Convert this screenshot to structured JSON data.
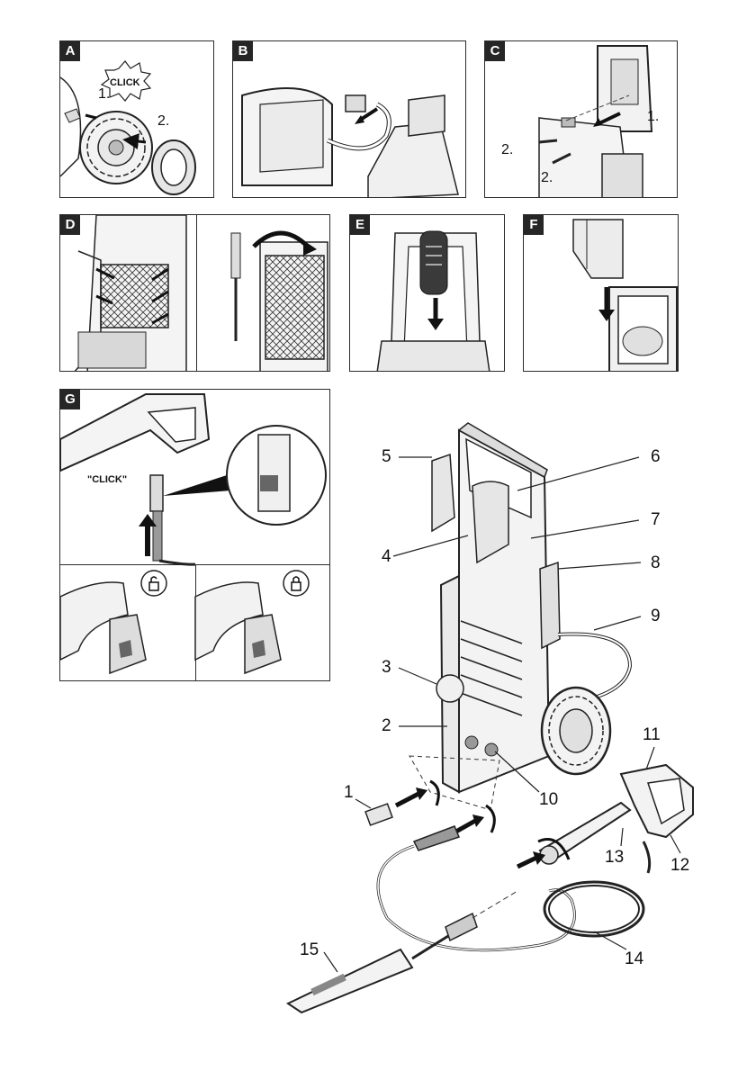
{
  "panels": {
    "A": {
      "tag": "A",
      "steps": [
        "1.",
        "2."
      ],
      "click_text": "CLICK"
    },
    "B": {
      "tag": "B"
    },
    "C": {
      "tag": "C",
      "steps": [
        "1.",
        "2.",
        "2."
      ]
    },
    "D": {
      "tag": "D"
    },
    "E": {
      "tag": "E"
    },
    "F": {
      "tag": "F"
    },
    "G": {
      "tag": "G",
      "click_text": "\"CLICK\""
    }
  },
  "callouts": [
    "1",
    "2",
    "3",
    "4",
    "5",
    "6",
    "7",
    "8",
    "9",
    "10",
    "11",
    "12",
    "13",
    "14",
    "15"
  ],
  "icons": {
    "unlock": "unlocked-padlock-icon",
    "lock": "locked-padlock-icon"
  },
  "colors": {
    "line": "#1a1a1a",
    "fill_light": "#e6e6e6",
    "fill_mid": "#bdbdbd",
    "fill_dark": "#555555",
    "shadow": "#8a8a8a"
  }
}
